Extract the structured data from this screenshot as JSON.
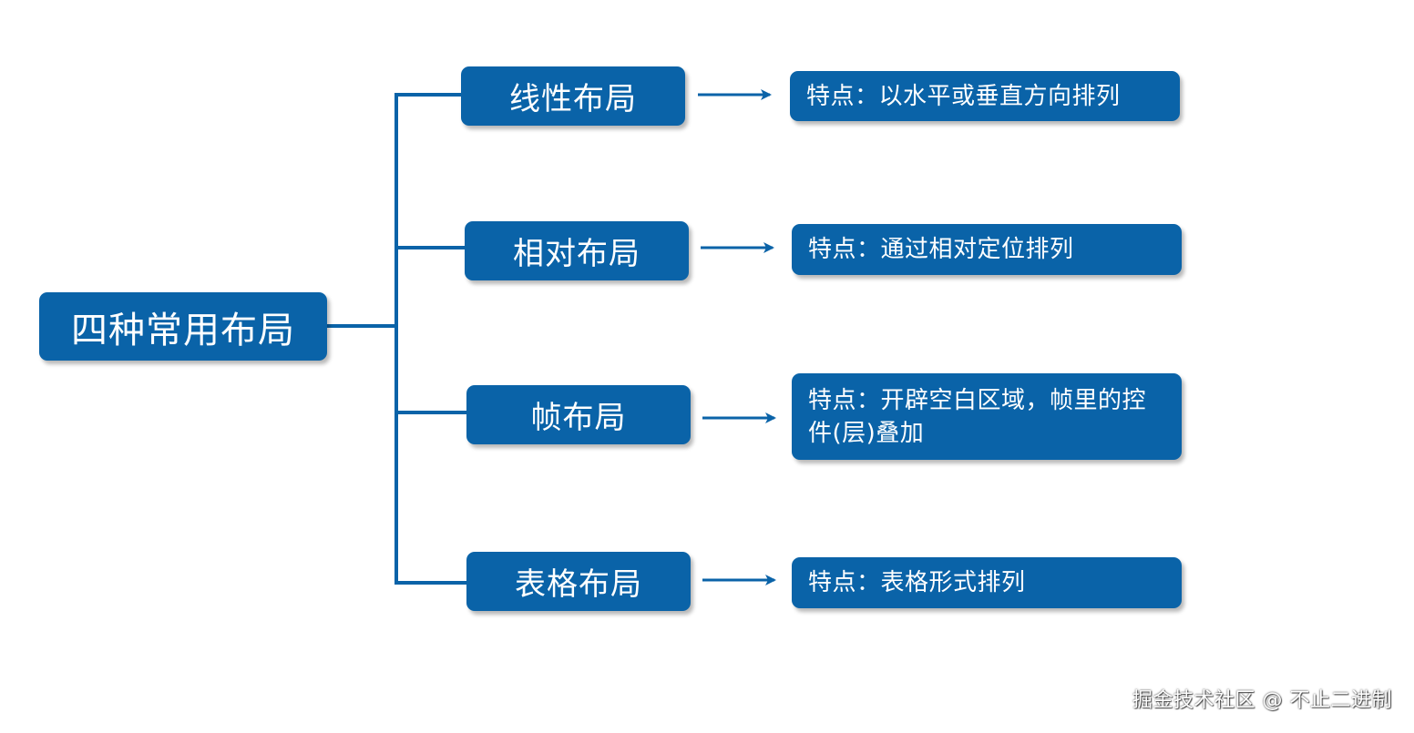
{
  "diagram": {
    "root": "四种常用布局",
    "branches": [
      {
        "label": "线性布局",
        "feature": "特点：以水平或垂直方向排列"
      },
      {
        "label": "相对布局",
        "feature": "特点：通过相对定位排列"
      },
      {
        "label": "帧布局",
        "feature": "特点：开辟空白区域，帧里的控件(层)叠加"
      },
      {
        "label": "表格布局",
        "feature": "特点：表格形式排列"
      }
    ]
  },
  "watermark": "掘金技术社区 @ 不止二进制",
  "colors": {
    "box_fill": "#0a63a8",
    "text": "#ffffff",
    "line": "#0a63a8",
    "background": "#ffffff"
  }
}
